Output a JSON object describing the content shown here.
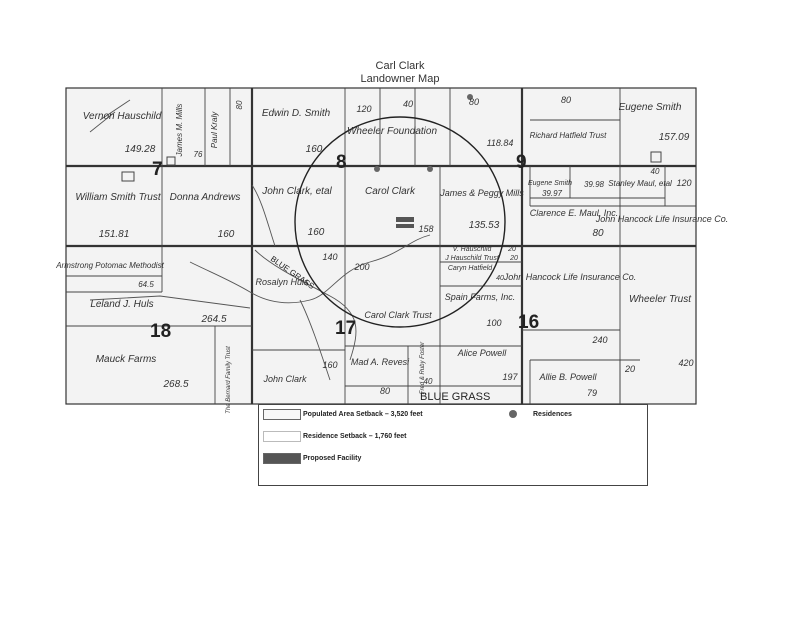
{
  "header": {
    "line1": "Carl Clark",
    "line2": "Landowner Map"
  },
  "sections": [
    {
      "id": "7",
      "label": "7"
    },
    {
      "id": "8",
      "label": "8"
    },
    {
      "id": "9",
      "label": "9"
    },
    {
      "id": "16",
      "label": "16"
    },
    {
      "id": "17",
      "label": "17"
    },
    {
      "id": "18",
      "label": "18"
    }
  ],
  "parcels": [
    {
      "owner": "Vernon Hauschild",
      "acres": "149.28"
    },
    {
      "owner": "James M. Mills",
      "acres": "76"
    },
    {
      "owner": "Paul Kraly",
      "acres": "80"
    },
    {
      "owner": "Edwin D. Smith",
      "acres": "160"
    },
    {
      "owner": "Wheeler Foundation",
      "acres": "120"
    },
    {
      "owner": "",
      "acres": "40"
    },
    {
      "owner": "",
      "acres": "80"
    },
    {
      "owner": "",
      "acres": "118.84"
    },
    {
      "owner": "Richard Hatfield Trust",
      "acres": "80"
    },
    {
      "owner": "Eugene Smith",
      "acres": "157.09"
    },
    {
      "owner": "William Smith Trust",
      "acres": "151.81"
    },
    {
      "owner": "Donna Andrews",
      "acres": "160"
    },
    {
      "owner": "John Clark, etal",
      "acres": "160"
    },
    {
      "owner": "Carol Clark",
      "acres": "158"
    },
    {
      "owner": "James & Peggy Mills",
      "acres": "135.53"
    },
    {
      "owner": "Eugene Smith",
      "acres": "39.97"
    },
    {
      "owner": "",
      "acres": "39.98"
    },
    {
      "owner": "Stanley Maul, etal",
      "acres": "40"
    },
    {
      "owner": "",
      "acres": "120"
    },
    {
      "owner": "Clarence E. Maul, Inc.",
      "acres": "80"
    },
    {
      "owner": "John Hancock Life Insurance Co.",
      "acres": ""
    },
    {
      "owner": "Armstrong Potomac Methodist",
      "acres": "64.5"
    },
    {
      "owner": "Leland J. Huls",
      "acres": "264.5"
    },
    {
      "owner": "Rosalyn Huls",
      "acres": ""
    },
    {
      "owner": "",
      "acres": "140"
    },
    {
      "owner": "",
      "acres": "200"
    },
    {
      "owner": "Carol Clark Trust",
      "acres": ""
    },
    {
      "owner": "V. Hauschild",
      "acres": "20"
    },
    {
      "owner": "J Hauschild Trust",
      "acres": "20"
    },
    {
      "owner": "Caryn Hatfield",
      "acres": "40"
    },
    {
      "owner": "Spain Farms, Inc.",
      "acres": "100"
    },
    {
      "owner": "John Hancock Life Insurance Co.",
      "acres": "240"
    },
    {
      "owner": "Wheeler Trust",
      "acres": "420"
    },
    {
      "owner": "Mauck Farms",
      "acres": "268.5"
    },
    {
      "owner": "The Bernard Family Trust",
      "acres": ""
    },
    {
      "owner": "John Clark",
      "acres": "160"
    },
    {
      "owner": "Mad A. Revesi",
      "acres": "80"
    },
    {
      "owner": "Fred & Ruby Foster",
      "acres": "40"
    },
    {
      "owner": "Alice Powell",
      "acres": "197"
    },
    {
      "owner": "Allie B. Powell",
      "acres": "79"
    },
    {
      "owner": "",
      "acres": "20"
    }
  ],
  "places": {
    "road_label": "BLUE GRASS",
    "creek_label": "BLUE GRASS"
  },
  "legend": {
    "populated_setback": "Populated Area Setback – 3,520 feet",
    "residence_setback": "Residence Setback – 1,760 feet",
    "proposed_facility": "Proposed Facility",
    "residences": "Residences"
  },
  "colors": {
    "map_bg": "#f3f3f3",
    "line": "#333333",
    "facility": "#555555",
    "residence": "#666666"
  }
}
